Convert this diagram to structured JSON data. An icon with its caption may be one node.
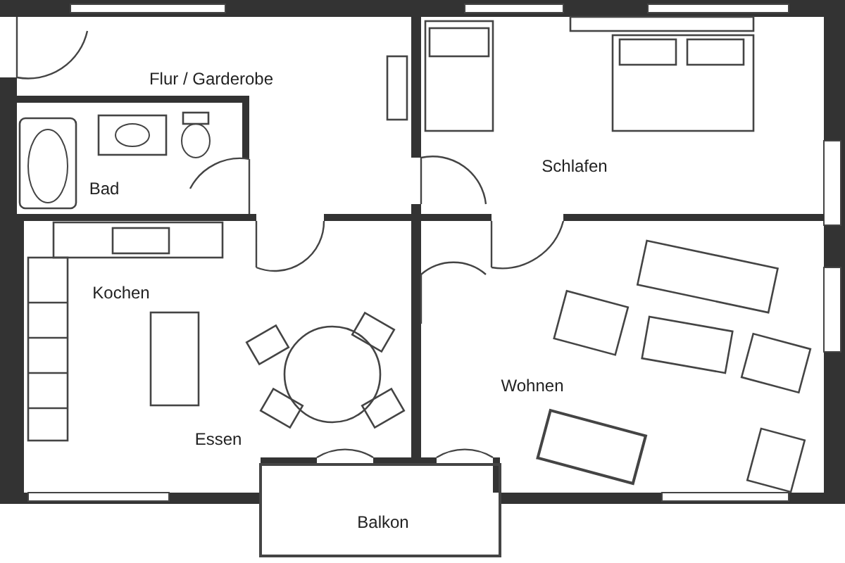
{
  "diagram": {
    "nodes": [
      {
        "text": [
          "Flur / Garderobe"
        ]
      },
      {
        "text": [
          "Bad"
        ]
      },
      {
        "text": [
          "Schlafen"
        ]
      },
      {
        "text": [
          "Kochen"
        ]
      },
      {
        "text": [
          "Essen"
        ]
      },
      {
        "text": [
          "Wohnen"
        ]
      },
      {
        "text": [
          "Balkon"
        ]
      }
    ]
  }
}
